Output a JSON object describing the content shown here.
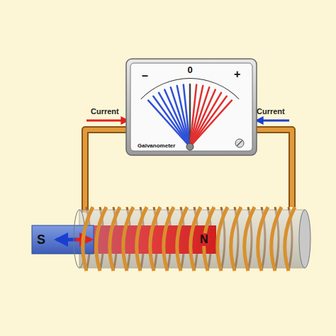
{
  "diagram": {
    "nodes": [
      {
        "text": [
          "–",
          "0",
          "+",
          "Galvanometer"
        ]
      },
      {
        "text": [
          "S",
          "N"
        ]
      }
    ],
    "labels": [
      "Current",
      "Current"
    ]
  }
}
